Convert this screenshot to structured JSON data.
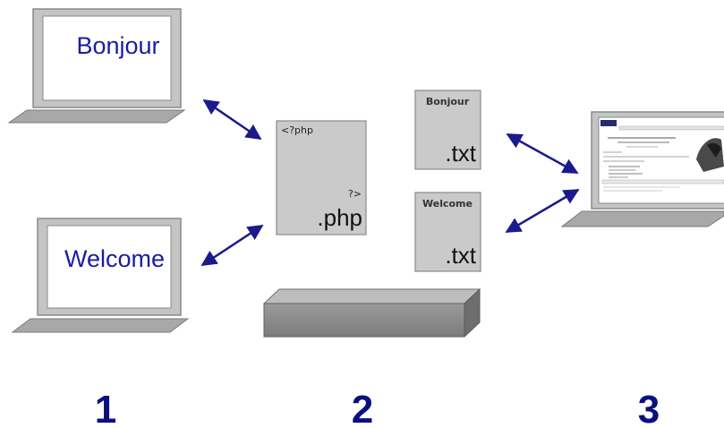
{
  "clients": {
    "client_1_screen_text": "Bonjour",
    "client_2_screen_text": "Welcome"
  },
  "server": {
    "php_open_tag": "<?php",
    "php_close_tag": "?>",
    "php_file_ext": ".php",
    "file_bonjour_title": "Bonjour",
    "file_bonjour_ext": ".txt",
    "file_welcome_title": "Welcome",
    "file_welcome_ext": ".txt"
  },
  "steps": [
    "1",
    "2",
    "3"
  ],
  "colors": {
    "arrow": "#1a1a8c",
    "screen_text": "#1c1ca0",
    "step_number": "#0a1080",
    "file_fill": "#c8c8c8",
    "laptop_frame": "#bcbcbc"
  }
}
